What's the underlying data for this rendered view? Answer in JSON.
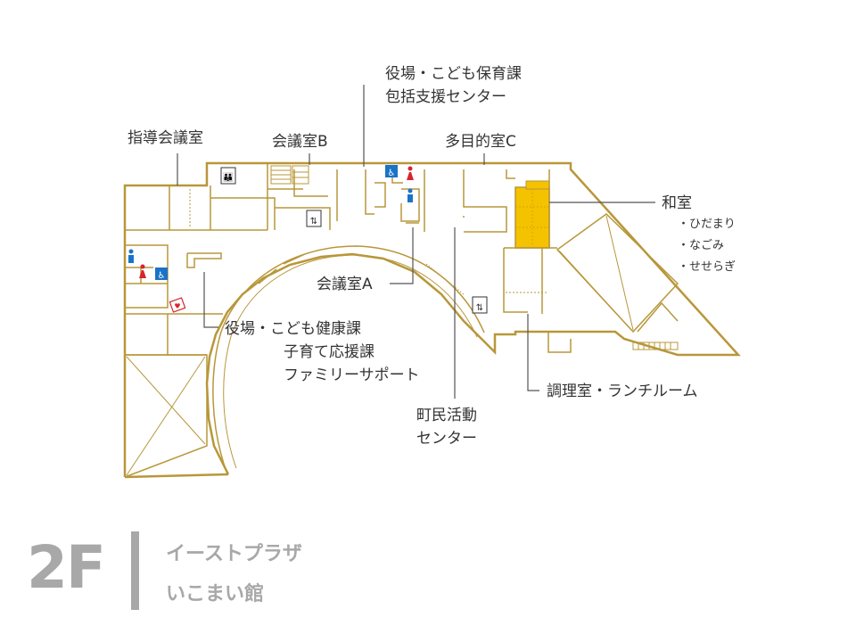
{
  "floor": {
    "number": "2F",
    "building_line1": "イーストプラザ",
    "building_line2": "いこまい館"
  },
  "rooms": {
    "shido_kaigishitsu": "指導会議室",
    "kaigishitsu_b": "会議室B",
    "yakuba_hoiku_line1": "役場・こども保育課",
    "yakuba_hoiku_line2": "包括支援センター",
    "tamokuteki_c": "多目的室C",
    "washitsu": "和室",
    "washitsu_items": [
      "・ひだまり",
      "・なごみ",
      "・せせらぎ"
    ],
    "kaigishitsu_a": "会議室A",
    "kenko_line1": "役場・こども健康課",
    "kenko_line2": "子育て応援課",
    "kenko_line3": "ファミリーサポート",
    "chomin_line1": "町民活動",
    "chomin_line2": "センター",
    "chorishitsu": "調理室・ランチルーム"
  },
  "colors": {
    "wall": "#b8973a",
    "highlight": "#f5c200",
    "label_text": "#333333",
    "floor_badge": "#a8a8a8",
    "restroom_male": "#1a73c8",
    "restroom_female": "#d9232d"
  },
  "icons": [
    "restroom-icon",
    "elevator-icon",
    "wheelchair-icon",
    "male-icon",
    "female-icon",
    "aed-icon"
  ]
}
